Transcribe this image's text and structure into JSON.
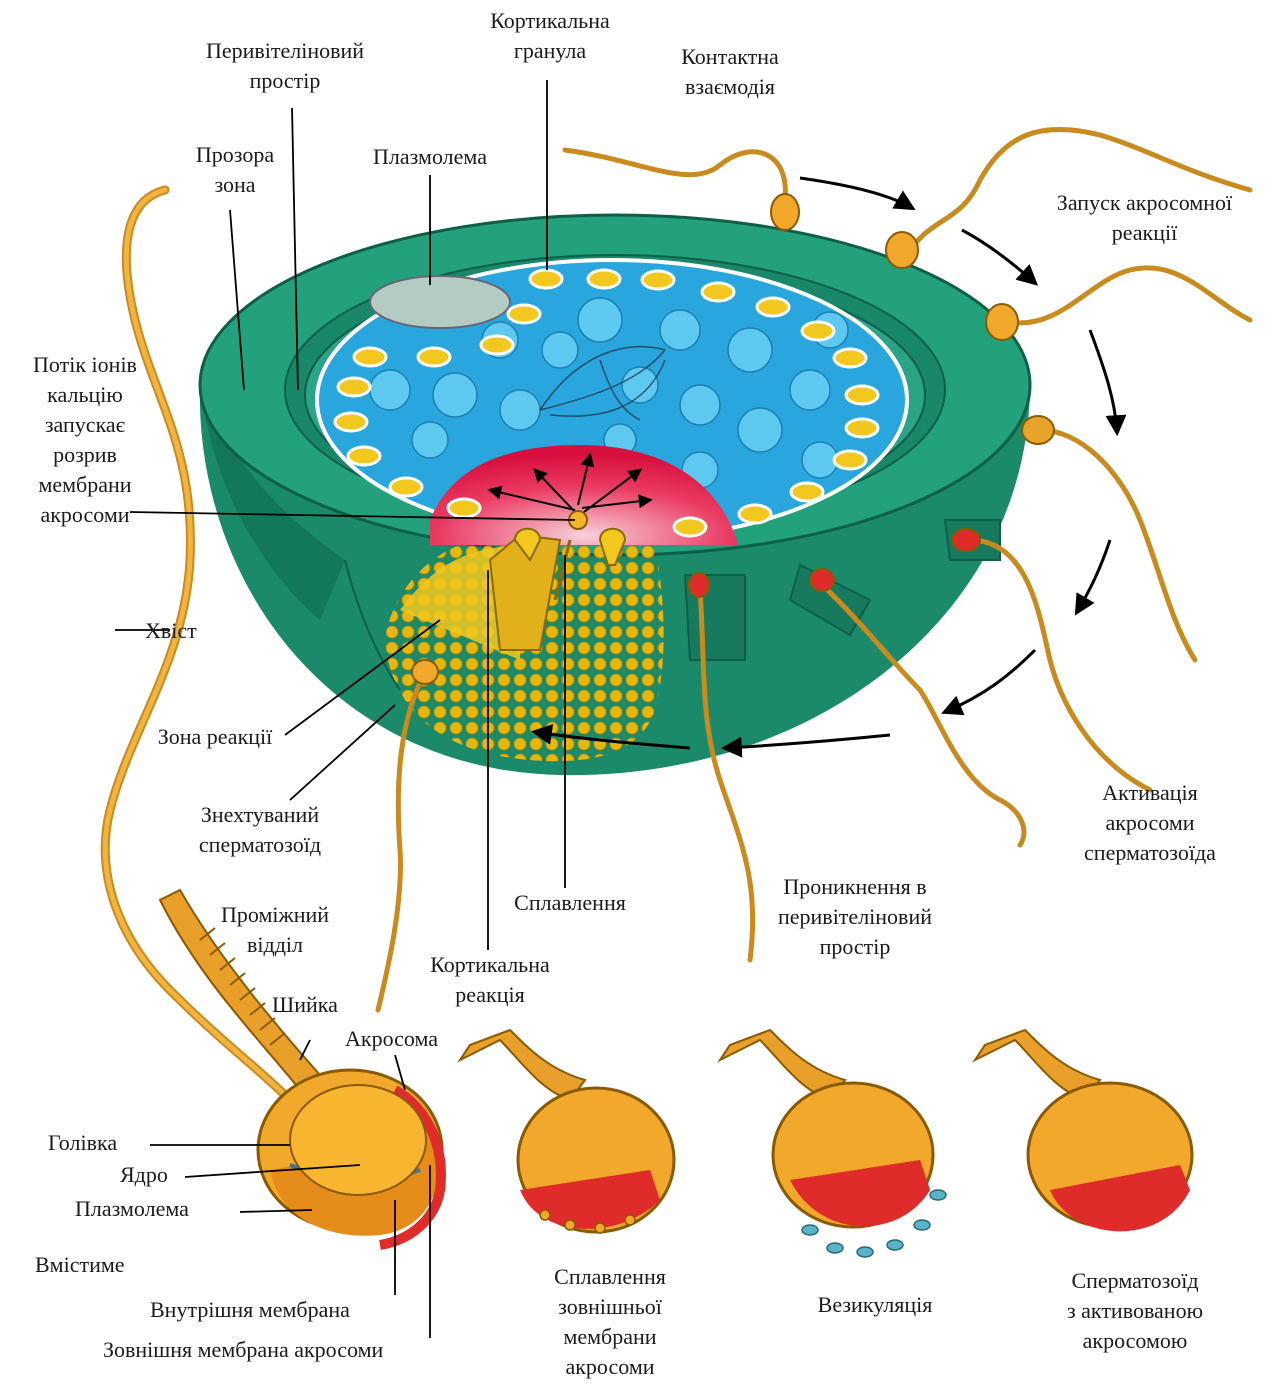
{
  "labels": {
    "cortical_granule": "Кортикальна\nгранула",
    "perivitelline_space": "Перивітеліновий\nпростір",
    "contact_interaction": "Контактна\nвзаємодія",
    "zona_pellucida": "Прозора\nзона",
    "plasmalemma_top": "Плазмолема",
    "acrosome_reaction_start": "Запуск акросомної\nреакції",
    "calcium_flow": "Потік іонів\nкальцію\nзапускає\nрозрив\nмембрани\nакросоми",
    "tail": "Хвіст",
    "reaction_zone": "Зона реакції",
    "flagellum_less_sperm": "Знехтуваний\nсперматозоїд",
    "fusion": "Сплавлення",
    "acrosome_activation": "Активація\nакросоми\nсперматозоїда",
    "penetration": "Проникнення в\nперивітеліновий\nпростір",
    "intermediate": "Проміжний\nвідділ",
    "cortical_reaction": "Кортикальна\nреакція",
    "neck": "Шийка",
    "acrosome": "Акросома",
    "head": "Голівка",
    "nucleus": "Ядро",
    "plasmalemma_bottom": "Плазмолема",
    "contents": "Вмістиме",
    "inner_membrane": "Внутрішня мембрана",
    "outer_membrane": "Зовнішня мембрана акросоми",
    "outer_fusion": "Сплавлення\nзовнішньої\nмембрани\nакросоми",
    "vesiculation": "Везикуляція",
    "activated_sperm": "Сперматозоїд\nз активованою\nакросомою"
  },
  "colors": {
    "zona": "#1f9a78",
    "zona_dark": "#137a5c",
    "cytoplasm": "#29a8df",
    "vesicle": "#5cc8ef",
    "granule": "#f2c81e",
    "reaction": "#e8194a",
    "sperm": "#f2a42a",
    "sperm_dark": "#b86d10",
    "acrosome": "#e02b2b",
    "membrane_blue": "#3a8aa0"
  },
  "icons": [
    "egg-cell-diagram",
    "sperm-cell",
    "acrosome-stage-icon",
    "arrow-icon"
  ]
}
